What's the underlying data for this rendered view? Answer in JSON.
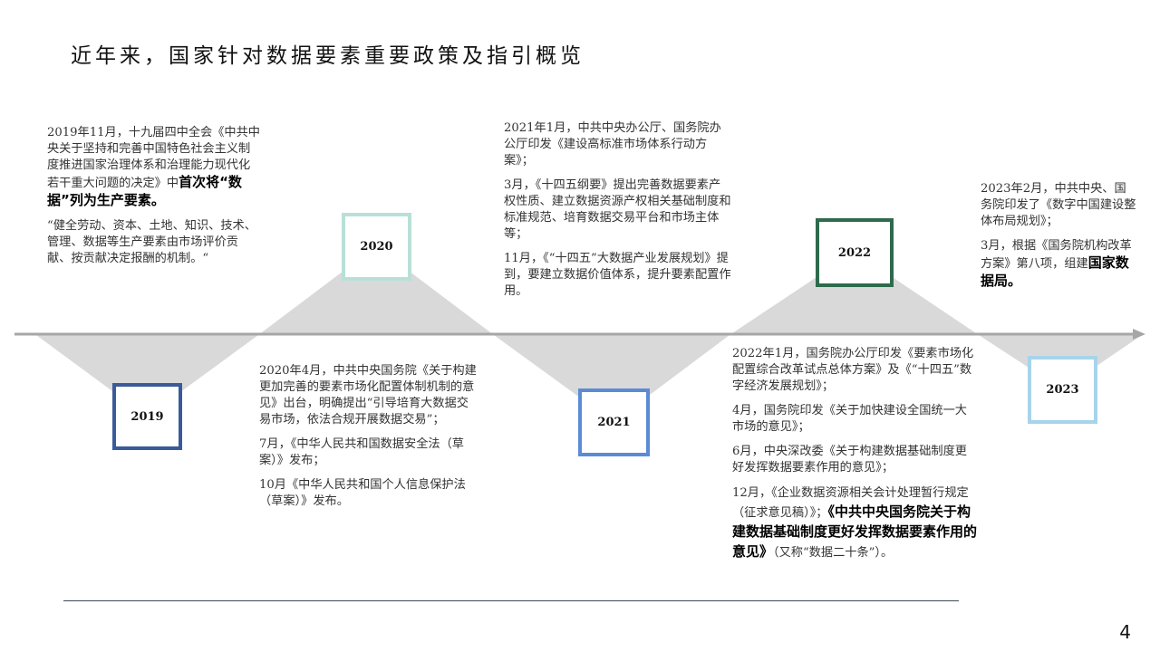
{
  "slide": {
    "title": "近年来，国家针对数据要素重要政策及指引概览",
    "page_number": "4"
  },
  "colors": {
    "y2019": "#3a5a9a",
    "y2020": "#b8e0d6",
    "y2021": "#5b8bd4",
    "y2022": "#2e6b4c",
    "y2023": "#a6d4ea",
    "triangle": "#d9d9d9",
    "axis": "#a6a6a6"
  },
  "years": [
    {
      "label": "2019"
    },
    {
      "label": "2020"
    },
    {
      "label": "2021"
    },
    {
      "label": "2022"
    },
    {
      "label": "2023"
    }
  ],
  "entries": {
    "y2019": {
      "p1_a": "2019年11月，十九届四中全会《中共中央关于坚持和完善中国特色社会主义制度推进国家治理体系和治理能力现代化若干重大问题的决定》中",
      "p1_b": "首次将“数据”列为生产要素。",
      "p2": "“健全劳动、资本、土地、知识、技术、管理、数据等生产要素由市场评价贡献、按贡献决定报酬的机制。“"
    },
    "y2020": {
      "p1": "2020年4月，中共中央国务院《关于构建更加完善的要素市场化配置体制机制的意见》出台，明确提出“引导培育大数据交易市场，依法合规开展数据交易”；",
      "p2": "7月，《中华人民共和国数据安全法（草案）》发布；",
      "p3": "10月《中华人民共和国个人信息保护法（草案）》发布。"
    },
    "y2021": {
      "p1": "2021年1月，中共中央办公厅、国务院办公厅印发《建设高标准市场体系行动方案》；",
      "p2": "3月，《十四五纲要》提出完善数据要素产权性质、建立数据资源产权相关基础制度和标准规范、培育数据交易平台和市场主体等；",
      "p3": "11月，《“十四五”大数据产业发展规划》提到，要建立数据价值体系，提升要素配置作用。"
    },
    "y2022": {
      "p1": "2022年1月，国务院办公厅印发《要素市场化配置综合改革试点总体方案》及《“十四五”数字经济发展规划》；",
      "p2": "4月，国务院印发《关于加快建设全国统一大市场的意见》；",
      "p3": "6月，中央深改委《关于构建数据基础制度更好发挥数据要素作用的意见》；",
      "p4_a": "12月，《企业数据资源相关会计处理暂行规定（征求意见稿）》；",
      "p4_b": "《中共中央国务院关于构建数据基础制度更好发挥数据要素作用的意见》",
      "p4_c": "（又称“数据二十条”）。"
    },
    "y2023": {
      "p1": "2023年2月，中共中央、国务院印发了《数字中国建设整体布局规划》；",
      "p2_a": "3月，根据《国务院机构改革方案》第八项，组建",
      "p2_b": "国家数据局。"
    }
  }
}
